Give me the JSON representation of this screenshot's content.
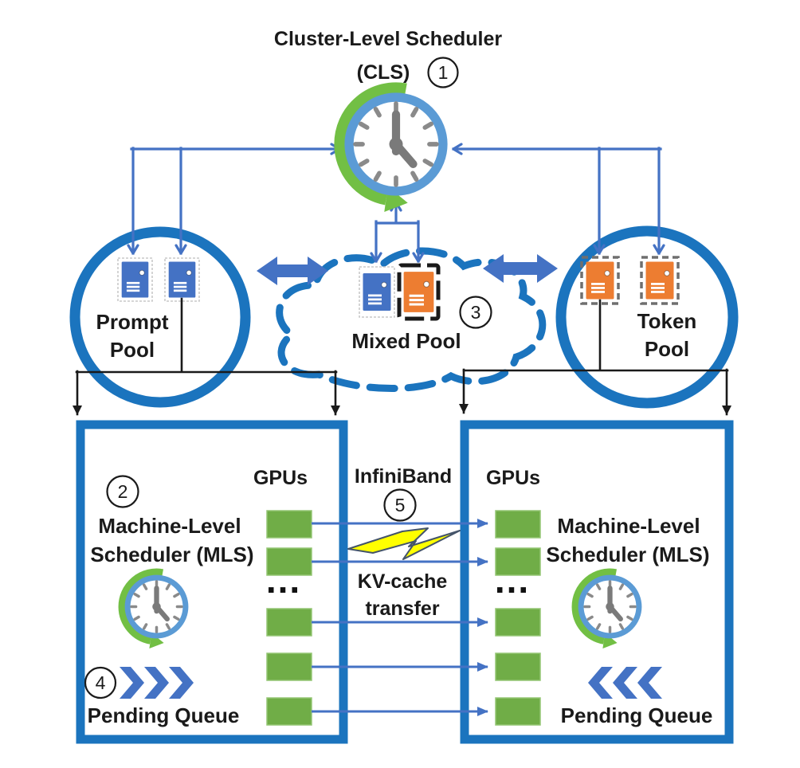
{
  "diagram": {
    "title": "Cluster-Level Scheduler",
    "subtitle": "(CLS)",
    "badges": {
      "cls": "1",
      "mls": "2",
      "mixed_pool": "3",
      "pending_queue": "4",
      "infiniband": "5"
    },
    "pools": {
      "prompt": {
        "line1": "Prompt",
        "line2": "Pool"
      },
      "mixed": {
        "label": "Mixed Pool"
      },
      "token": {
        "line1": "Token",
        "line2": "Pool"
      }
    },
    "interconnect": {
      "name": "InfiniBand",
      "kv_line1": "KV-cache",
      "kv_line2": "transfer"
    },
    "machine_left": {
      "scheduler_line1": "Machine-Level",
      "scheduler_line2": "Scheduler (MLS)",
      "gpus": "GPUs",
      "pending": "Pending Queue",
      "ellipsis": "..."
    },
    "machine_right": {
      "scheduler_line1": "Machine-Level",
      "scheduler_line2": "Scheduler (MLS)",
      "gpus": "GPUs",
      "pending": "Pending Queue",
      "ellipsis": "..."
    },
    "colors": {
      "pool_border_blue": "#1B74BE",
      "connector_blue": "#4472C4",
      "server_blue": "#4472C4",
      "server_orange": "#ED7D31",
      "gpu_green": "#70AD47",
      "clock_ring_blue": "#5B9BD5",
      "refresh_green": "#72BF44",
      "lightning_yellow": "#FFFF00",
      "text_black": "#1A1A1A"
    }
  }
}
